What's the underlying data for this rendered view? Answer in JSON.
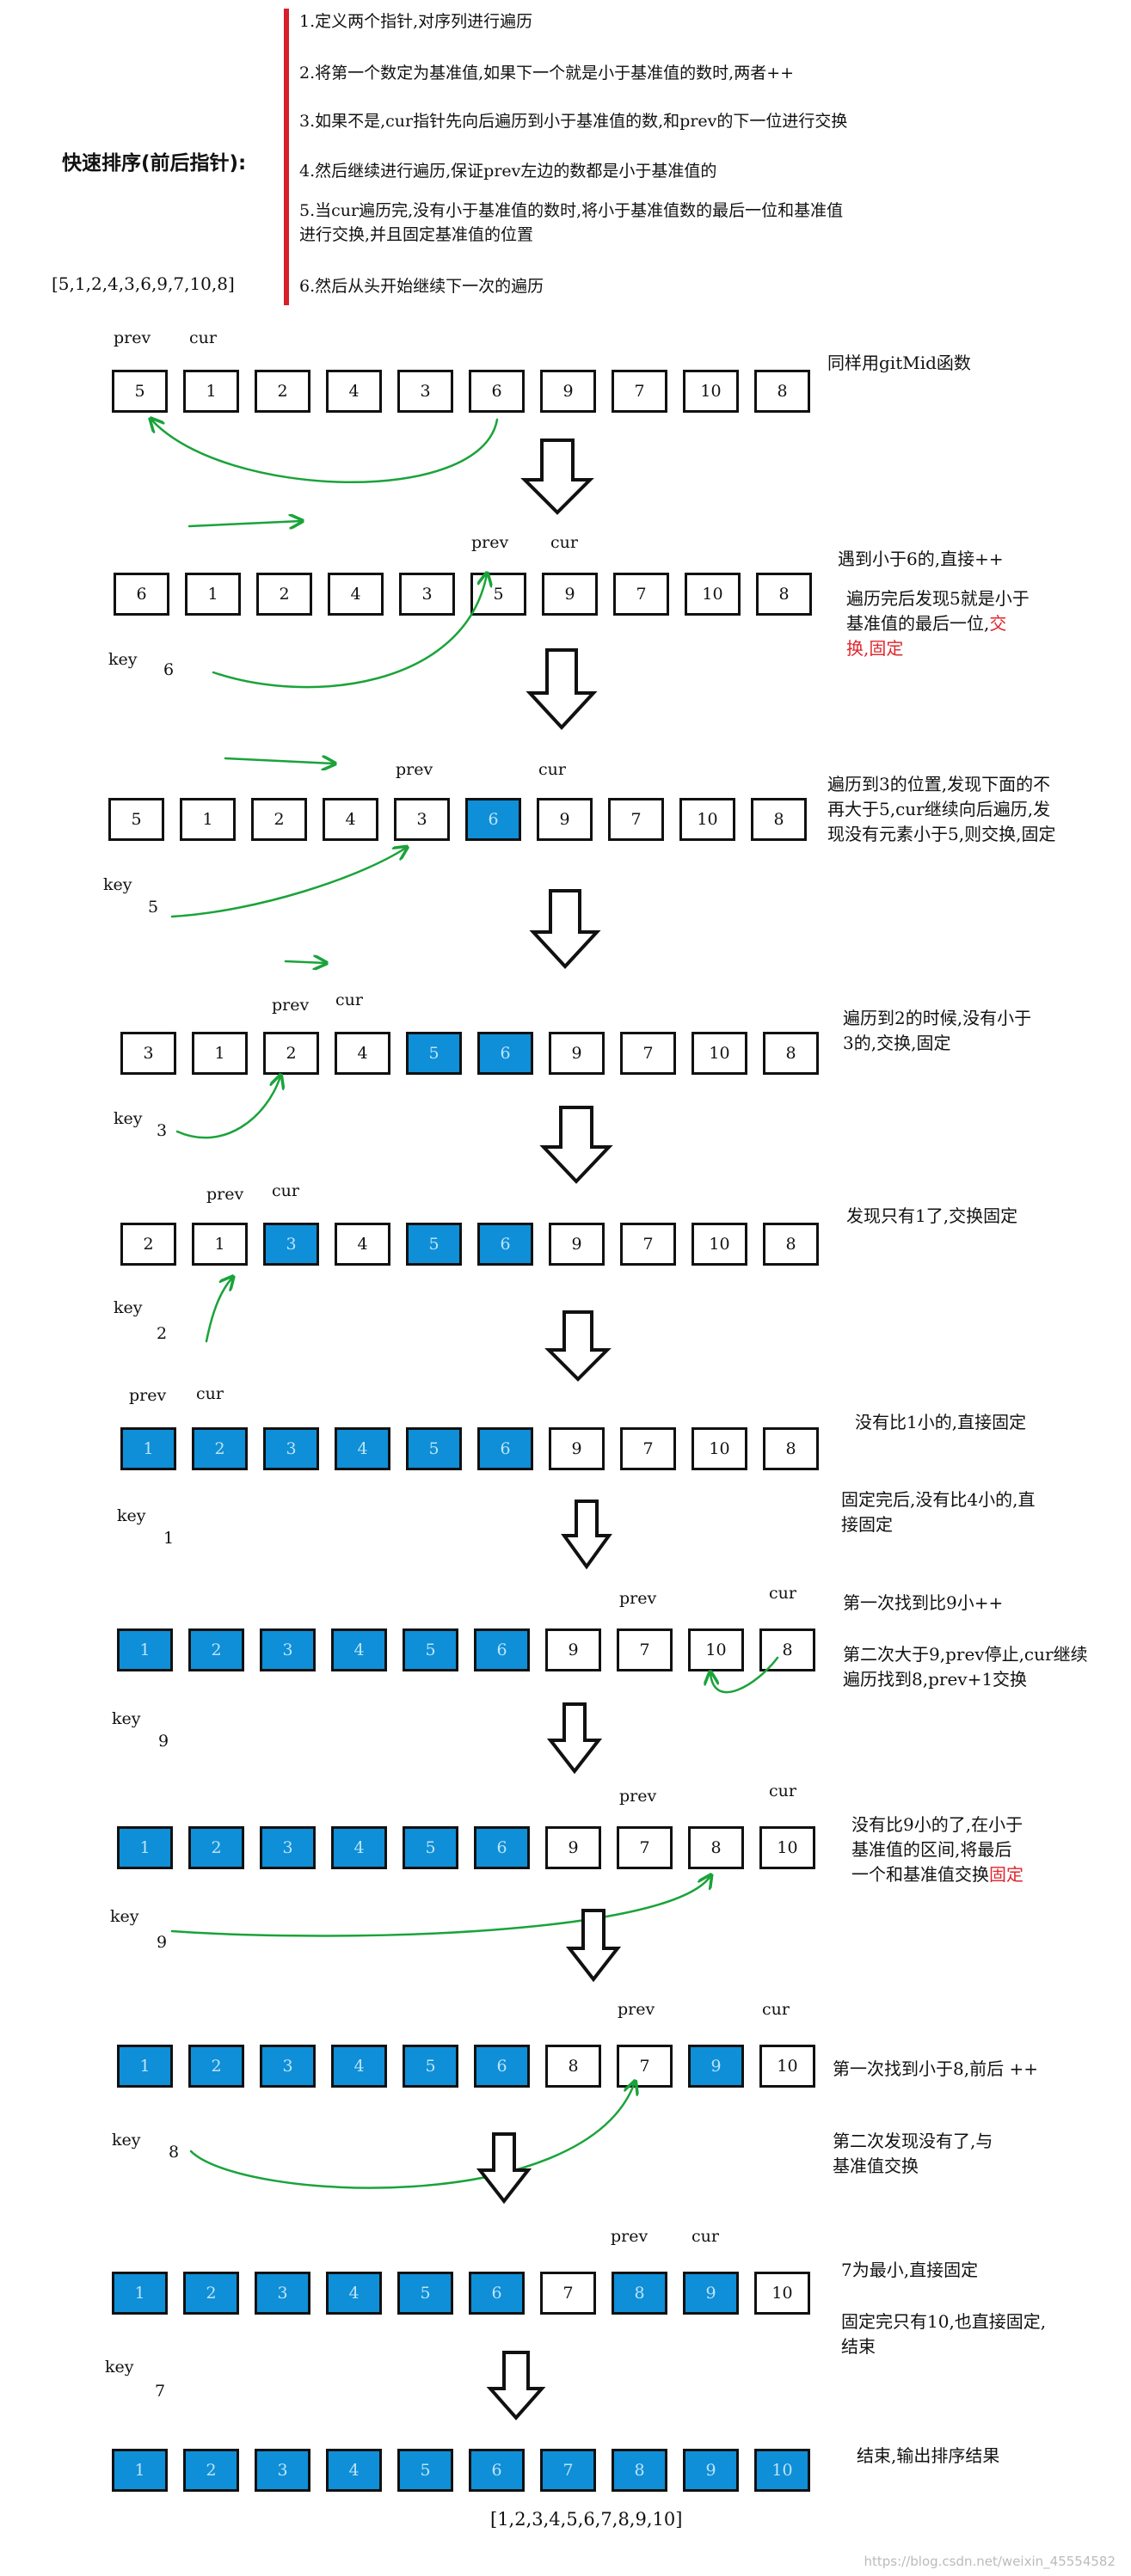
{
  "header": {
    "title": "快速排序(前后指针):",
    "initial_array": "[5,1,2,4,3,6,9,7,10,8]",
    "steps": [
      "1.定义两个指针,对序列进行遍历",
      "2.将第一个数定为基准值,如果下一个就是小于基准值的数时,两者++",
      "3.如果不是,cur指针先向后遍历到小于基准值的数,和prev的下一位进行交换",
      "4.然后继续进行遍历,保证prev左边的数都是小于基准值的",
      "5.当cur遍历完,没有小于基准值的数时,将小于基准值数的最后一位和基准值",
      "进行交换,并且固定基准值的位置",
      "6.然后从头开始继续下一次的遍历"
    ]
  },
  "labels": {
    "prev": "prev",
    "cur": "cur",
    "key": "key"
  },
  "colors": {
    "filled": "#0e8fd7",
    "arrow_green": "#1aa33a",
    "note_red": "#e0252c",
    "bar_red": "#d6202a"
  },
  "rows": [
    {
      "cells": [
        "5",
        "1",
        "2",
        "4",
        "3",
        "6",
        "9",
        "7",
        "10",
        "8"
      ],
      "filled": []
    },
    {
      "cells": [
        "6",
        "1",
        "2",
        "4",
        "3",
        "5",
        "9",
        "7",
        "10",
        "8"
      ],
      "filled": [],
      "key": "6"
    },
    {
      "cells": [
        "5",
        "1",
        "2",
        "4",
        "3",
        "6",
        "9",
        "7",
        "10",
        "8"
      ],
      "filled": [
        5
      ],
      "key": "5"
    },
    {
      "cells": [
        "3",
        "1",
        "2",
        "4",
        "5",
        "6",
        "9",
        "7",
        "10",
        "8"
      ],
      "filled": [
        4,
        5
      ],
      "key": "3"
    },
    {
      "cells": [
        "2",
        "1",
        "3",
        "4",
        "5",
        "6",
        "9",
        "7",
        "10",
        "8"
      ],
      "filled": [
        2,
        4,
        5
      ],
      "key": "2"
    },
    {
      "cells": [
        "1",
        "2",
        "3",
        "4",
        "5",
        "6",
        "9",
        "7",
        "10",
        "8"
      ],
      "filled": [
        0,
        1,
        2,
        3,
        4,
        5
      ],
      "key": "1"
    },
    {
      "cells": [
        "1",
        "2",
        "3",
        "4",
        "5",
        "6",
        "9",
        "7",
        "10",
        "8"
      ],
      "filled": [
        0,
        1,
        2,
        3,
        4,
        5
      ],
      "key": "9"
    },
    {
      "cells": [
        "1",
        "2",
        "3",
        "4",
        "5",
        "6",
        "9",
        "7",
        "8",
        "10"
      ],
      "filled": [
        0,
        1,
        2,
        3,
        4,
        5
      ],
      "key": "9"
    },
    {
      "cells": [
        "1",
        "2",
        "3",
        "4",
        "5",
        "6",
        "8",
        "7",
        "9",
        "10"
      ],
      "filled": [
        0,
        1,
        2,
        3,
        4,
        5,
        8
      ],
      "key": "8"
    },
    {
      "cells": [
        "1",
        "2",
        "3",
        "4",
        "5",
        "6",
        "7",
        "8",
        "9",
        "10"
      ],
      "filled": [
        0,
        1,
        2,
        3,
        4,
        5,
        7,
        8
      ],
      "key": "7"
    },
    {
      "cells": [
        "1",
        "2",
        "3",
        "4",
        "5",
        "6",
        "7",
        "8",
        "9",
        "10"
      ],
      "filled": [
        0,
        1,
        2,
        3,
        4,
        5,
        6,
        7,
        8,
        9
      ]
    }
  ],
  "notes": [
    [
      "同样用gitMid函数"
    ],
    [
      "遇到小于6的,直接++"
    ],
    [
      "遍历完后发现5就是小于",
      "基准值的最后一位,",
      "交",
      "换,固定"
    ],
    [
      "遍历到3的位置,发现下面的不",
      "再大于5,cur继续向后遍历,发",
      "现没有元素小于5,则交换,固定"
    ],
    [
      "遍历到2的时候,没有小于",
      "3的,交换,固定"
    ],
    [
      "发现只有1了,交换固定"
    ],
    [
      "没有比1小的,直接固定"
    ],
    [
      "固定完后,没有比4小的,直",
      "接固定"
    ],
    [
      "第一次找到比9小++"
    ],
    [
      "第二次大于9,prev停止,cur继续",
      "遍历找到8,prev+1交换"
    ],
    [
      "没有比9小的了,在小于",
      "基准值的区间,将最后",
      "一个和基准值交换",
      "固定"
    ],
    [
      "第一次找到小于8,前后 ++"
    ],
    [
      "第二次发现没有了,与",
      "基准值交换"
    ],
    [
      "7为最小,直接固定"
    ],
    [
      "固定完只有10,也直接固定,",
      "结束"
    ],
    [
      "结束,输出排序结果"
    ]
  ],
  "final": "[1,2,3,4,5,6,7,8,9,10]",
  "watermark": "https://blog.csdn.net/weixin_45554582"
}
